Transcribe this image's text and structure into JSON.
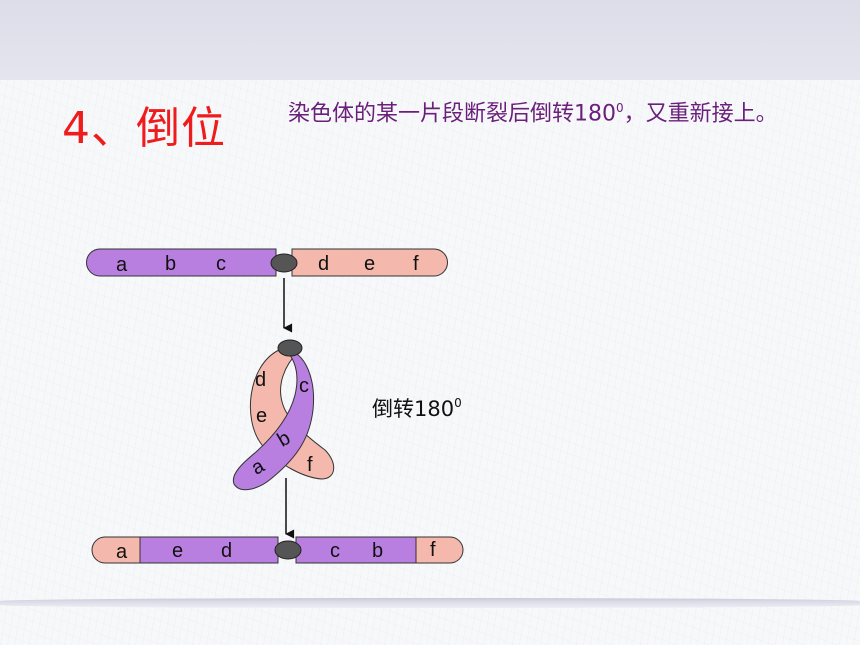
{
  "title": "4、倒位",
  "description": {
    "text": "染色体的某一片段断裂后倒转180",
    "superscript": "0",
    "text_after": "，又重新接上。"
  },
  "colors": {
    "purple_arm": "#b87fe0",
    "pink_arm": "#f4b8ac",
    "centromere": "#555555",
    "title_red": "#ee1c1c",
    "desc_purple": "#6a1f7a"
  },
  "chromosome_original": {
    "left_genes": [
      "a",
      "b",
      "c"
    ],
    "right_genes": [
      "d",
      "e",
      "f"
    ]
  },
  "chromosome_loop": {
    "pink_genes": [
      "d",
      "e",
      "f"
    ],
    "purple_genes": [
      "c",
      "b",
      "a"
    ]
  },
  "loop_caption": {
    "text": "倒转180",
    "superscript": "0"
  },
  "chromosome_inverted": {
    "left_genes": [
      "a",
      "e",
      "d"
    ],
    "right_genes": [
      "c",
      "b",
      "f"
    ]
  }
}
